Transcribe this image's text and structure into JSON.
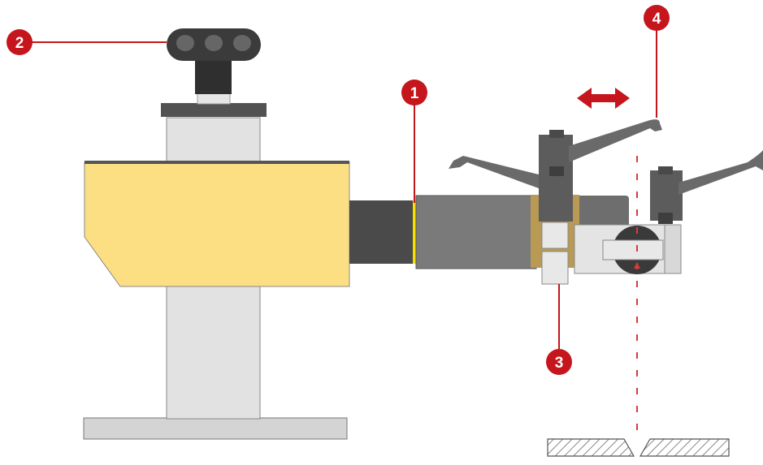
{
  "diagram": {
    "callouts": [
      {
        "id": "1",
        "label": "1"
      },
      {
        "id": "2",
        "label": "2"
      },
      {
        "id": "3",
        "label": "3"
      },
      {
        "id": "4",
        "label": "4"
      }
    ],
    "colors": {
      "callout": "#c4161c",
      "slide_body": "#fddf83",
      "column": "#e1e1e1",
      "arm_dark": "#6d6d6d",
      "arm_mid": "#868686",
      "clamp": "#555555",
      "bracket": "#b99a55",
      "cursor": "#f5e000",
      "ground": "#d0d0d0"
    },
    "icons": [
      "double-arrow-icon",
      "hatch-pattern"
    ]
  }
}
